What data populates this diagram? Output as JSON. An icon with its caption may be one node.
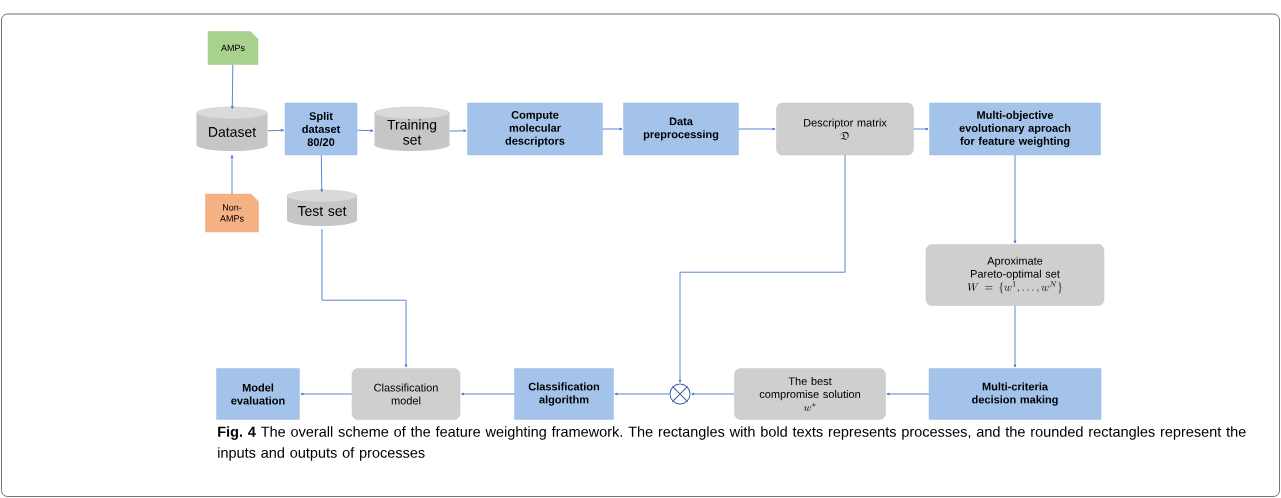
{
  "diagram": {
    "caption": "**Fig. 4** The overall scheme of the feature weighting framework. The rectangles with bold texts represents processes, and the rounded rectangles represent the inputs and outputs of processes",
    "nodes": [
      {
        "text": [
          "AMPs"
        ]
      },
      {
        "text": [
          "Dataset"
        ]
      },
      {
        "text": [
          "Non-AMPs"
        ]
      },
      {
        "text": [
          "Split dataset 80/20"
        ]
      },
      {
        "text": [
          "Training set"
        ]
      },
      {
        "text": [
          "Compute molecular descriptors"
        ]
      },
      {
        "text": [
          "Data preprocessing"
        ]
      },
      {
        "text": [
          "Descriptor matrix",
          "\\mathfrak{D}"
        ]
      },
      {
        "text": [
          "Multi-objective evolutionary aproach for feature weighting"
        ]
      },
      {
        "text": [
          "Test set"
        ]
      },
      {
        "text": [
          "Aproximate Pareto-optimal set",
          "W = \\{w^1, \\dots, w^N\\}"
        ]
      },
      {
        "text": [
          "Model evaluation"
        ]
      },
      {
        "text": [
          "Classification model"
        ]
      },
      {
        "text": [
          "Classification algorithm"
        ]
      },
      {
        "text": [],
        "shape": "circle"
      },
      {
        "text": [
          "The best compromise solution",
          "w^*"
        ]
      },
      {
        "text": [
          "Multi-criteria decision making"
        ]
      }
    ],
    "edges": [
      {
        "from": 0,
        "to": 1,
        "arrow": "to"
      },
      {
        "from": 2,
        "to": 1,
        "arrow": "to"
      },
      {
        "from": 1,
        "to": 3,
        "arrow": "to"
      },
      {
        "from": 3,
        "to": 4,
        "arrow": "to"
      },
      {
        "from": 4,
        "to": 5,
        "arrow": "to"
      },
      {
        "from": 5,
        "to": 6,
        "arrow": "to"
      },
      {
        "from": 6,
        "to": 7,
        "arrow": "to"
      },
      {
        "from": 7,
        "to": 8,
        "arrow": "to"
      },
      {
        "from": 3,
        "to": 9,
        "arrow": "to"
      },
      {
        "from": 8,
        "to": 10,
        "arrow": "to"
      },
      {
        "from": 10,
        "to": 16,
        "arrow": "to"
      },
      {
        "from": 16,
        "to": 15,
        "arrow": "to"
      },
      {
        "from": 15,
        "to": 14,
        "arrow": "to"
      },
      {
        "from": 7,
        "to": 14,
        "arrow": "to"
      },
      {
        "from": 14,
        "to": 13,
        "arrow": "to"
      },
      {
        "from": 13,
        "to": 12,
        "arrow": "to"
      },
      {
        "from": 9,
        "to": 12,
        "arrow": "to"
      },
      {
        "from": 12,
        "to": 11,
        "arrow": "to"
      }
    ]
  }
}
